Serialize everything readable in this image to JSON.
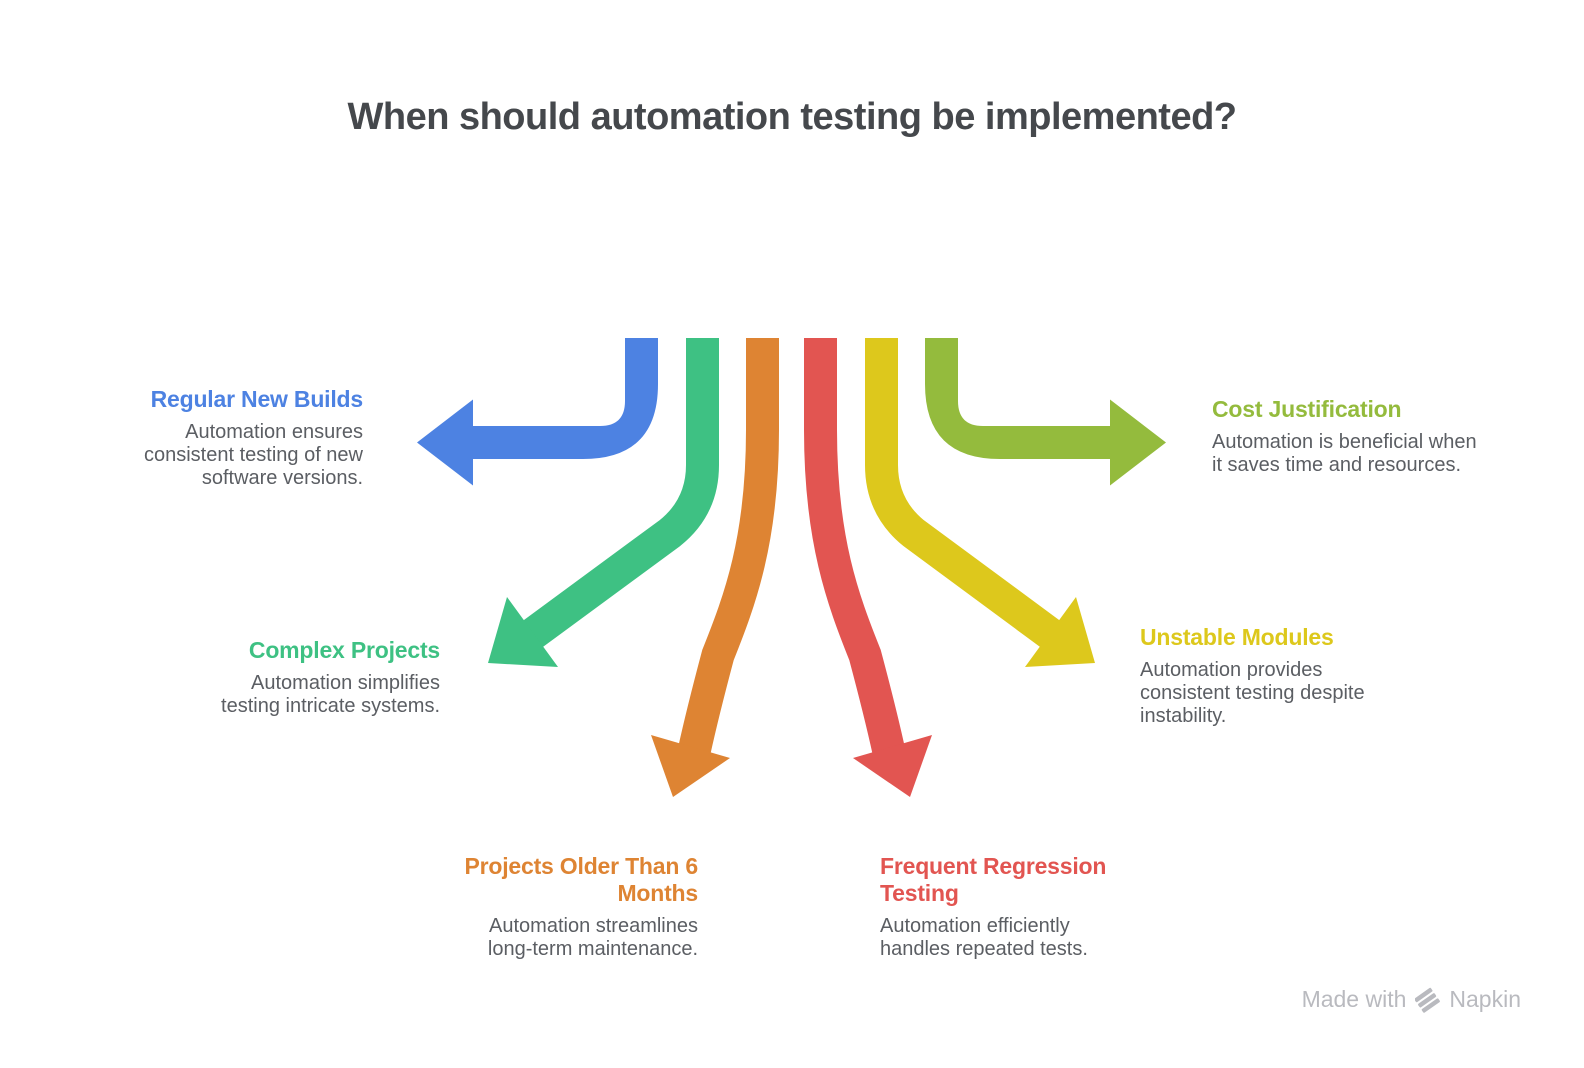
{
  "title": {
    "text": "When should automation testing be implemented?",
    "color": "#45484c"
  },
  "branches": [
    {
      "id": "regular-new-builds",
      "label": "Regular New Builds",
      "description": "Automation ensures\nconsistent testing of new\nsoftware versions.",
      "color": "#4d82e2",
      "direction": "left"
    },
    {
      "id": "complex-projects",
      "label": "Complex Projects",
      "description": "Automation simplifies\ntesting intricate systems.",
      "color": "#3ec183",
      "direction": "down-left"
    },
    {
      "id": "projects-older-than-6-months",
      "label": "Projects Older Than 6\nMonths",
      "description": "Automation streamlines\nlong-term maintenance.",
      "color": "#de8433",
      "direction": "down"
    },
    {
      "id": "frequent-regression-testing",
      "label": "Frequent Regression\nTesting",
      "description": "Automation efficiently\nhandles repeated tests.",
      "color": "#e25551",
      "direction": "down"
    },
    {
      "id": "unstable-modules",
      "label": "Unstable Modules",
      "description": "Automation provides\nconsistent testing despite\ninstability.",
      "color": "#ddc81c",
      "direction": "down-right"
    },
    {
      "id": "cost-justification",
      "label": "Cost Justification",
      "description": "Automation is beneficial when\nit saves time and resources.",
      "color": "#94bb3d",
      "direction": "right"
    }
  ],
  "watermark": {
    "prefix": "Made with",
    "brand": "Napkin",
    "color": "#b9babf"
  }
}
